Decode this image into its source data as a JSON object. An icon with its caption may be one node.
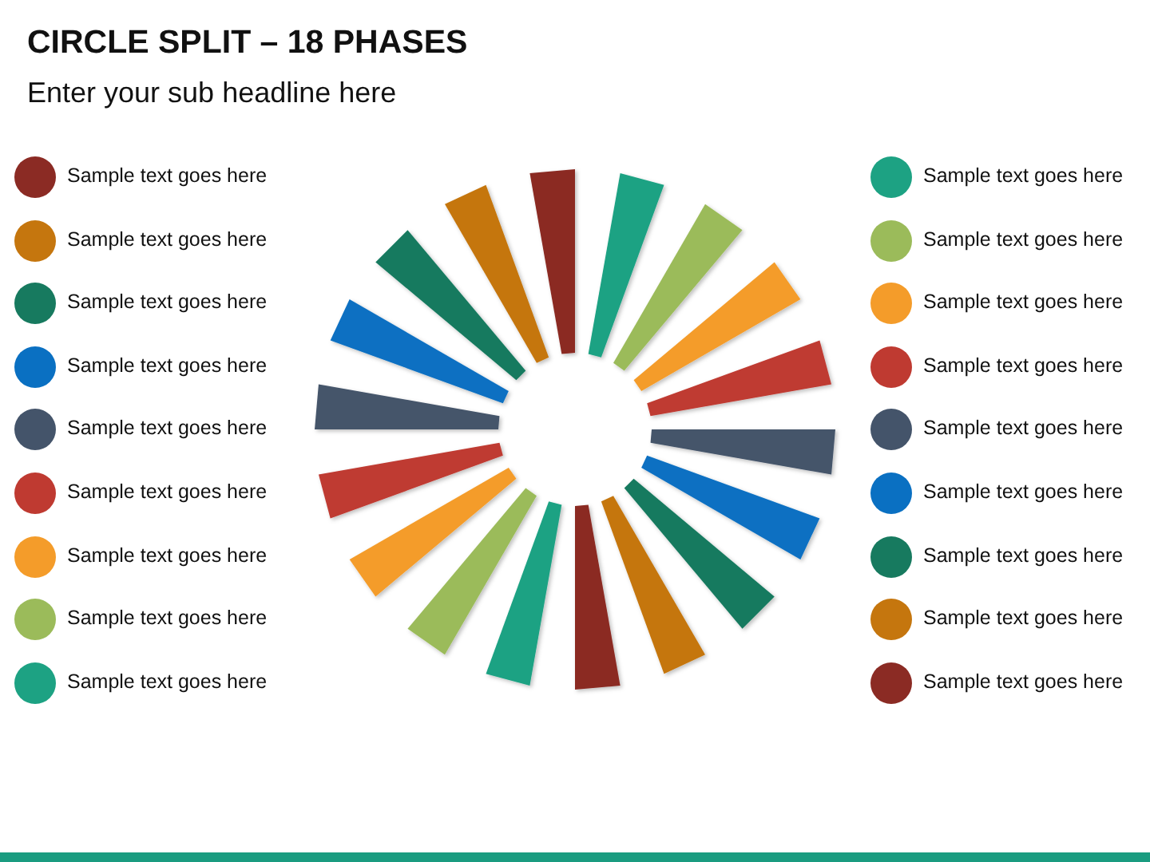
{
  "diagram": {
    "title": "CIRCLE SPLIT – 18 PHASES",
    "nodes": [
      {
        "text": [],
        "shape": "wedge"
      },
      {
        "text": [],
        "shape": "wedge"
      },
      {
        "text": [],
        "shape": "wedge"
      },
      {
        "text": [],
        "shape": "wedge"
      },
      {
        "text": [],
        "shape": "wedge"
      },
      {
        "text": [],
        "shape": "wedge"
      },
      {
        "text": [],
        "shape": "wedge"
      },
      {
        "text": [],
        "shape": "wedge"
      },
      {
        "text": [],
        "shape": "wedge"
      },
      {
        "text": [],
        "shape": "wedge"
      },
      {
        "text": [],
        "shape": "wedge"
      },
      {
        "text": [],
        "shape": "wedge"
      },
      {
        "text": [],
        "shape": "wedge"
      },
      {
        "text": [],
        "shape": "wedge"
      },
      {
        "text": [],
        "shape": "wedge"
      },
      {
        "text": [],
        "shape": "wedge"
      },
      {
        "text": [],
        "shape": "wedge"
      },
      {
        "text": [],
        "shape": "wedge"
      }
    ],
    "labels": [
      "Enter your sub headline here"
    ],
    "legend": [
      {
        "text": "Sample text goes here",
        "color": "#8b2b24"
      },
      {
        "text": "Sample text goes here",
        "color": "#c5760e"
      },
      {
        "text": "Sample text goes here",
        "color": "#177a5f"
      },
      {
        "text": "Sample text goes here",
        "color": "#0a70c2"
      },
      {
        "text": "Sample text goes here",
        "color": "#44546a"
      },
      {
        "text": "Sample text goes here",
        "color": "#bf3a31"
      },
      {
        "text": "Sample text goes here",
        "color": "#f49c2a"
      },
      {
        "text": "Sample text goes here",
        "color": "#9bbb5a"
      },
      {
        "text": "Sample text goes here",
        "color": "#1da283"
      },
      {
        "text": "Sample text goes here",
        "color": "#1da283"
      },
      {
        "text": "Sample text goes here",
        "color": "#9bbb5a"
      },
      {
        "text": "Sample text goes here",
        "color": "#f49c2a"
      },
      {
        "text": "Sample text goes here",
        "color": "#bf3a31"
      },
      {
        "text": "Sample text goes here",
        "color": "#44546a"
      },
      {
        "text": "Sample text goes here",
        "color": "#0a70c2"
      },
      {
        "text": "Sample text goes here",
        "color": "#177a5f"
      },
      {
        "text": "Sample text goes here",
        "color": "#c5760e"
      },
      {
        "text": "Sample text goes here",
        "color": "#8b2b24"
      }
    ]
  }
}
